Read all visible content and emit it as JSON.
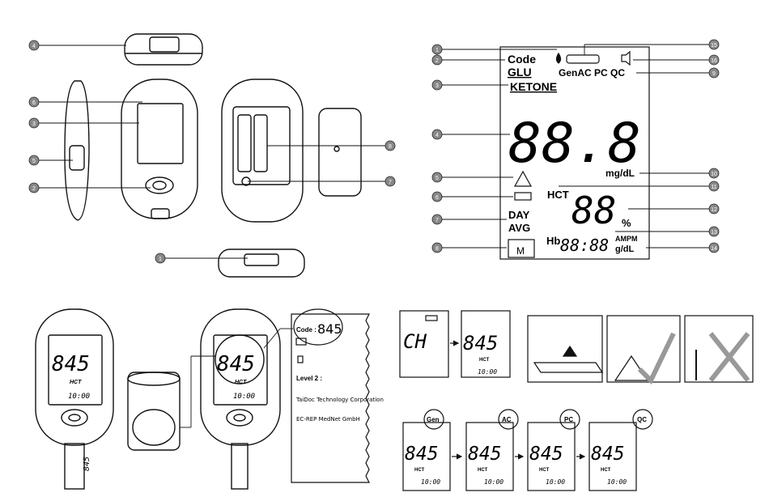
{
  "device_callouts": [
    "4",
    "6",
    "3",
    "5",
    "2",
    "8",
    "7",
    "1"
  ],
  "display_callouts_left": [
    "1",
    "2",
    "3",
    "4",
    "5",
    "6",
    "7",
    "8"
  ],
  "display_callouts_right": [
    "15",
    "16",
    "9",
    "10",
    "11",
    "12",
    "13",
    "14"
  ],
  "lcd": {
    "code": "Code",
    "glu": "GLU",
    "ketone": "KETONE",
    "big_digits": "88.8",
    "unit": "mg/dL",
    "hct": "HCT",
    "hct_digits": "88",
    "percent": "%",
    "day": "DAY",
    "avg": "AVG",
    "memory": "M",
    "hb": "Hb",
    "time": "88:88",
    "ampm": "AMPM",
    "gdl": "g/dL",
    "modes": "GenAC  PC  QC"
  },
  "meter": {
    "reading": "845",
    "hct": "HCT",
    "time": "10:00",
    "strip_code": "845"
  },
  "vial_label": {
    "code_label": "Code :",
    "code_value": "845",
    "level": "Level 2 :",
    "manufacturer": "TaiDoc Technology Corporation",
    "ec_rep": "EC-REP  MedNet GmbH"
  },
  "screens": {
    "ch": "CH",
    "reading": "845",
    "hct": "HCT",
    "time": "10:00"
  },
  "modes": [
    "Gen",
    "AC",
    "PC",
    "QC"
  ]
}
